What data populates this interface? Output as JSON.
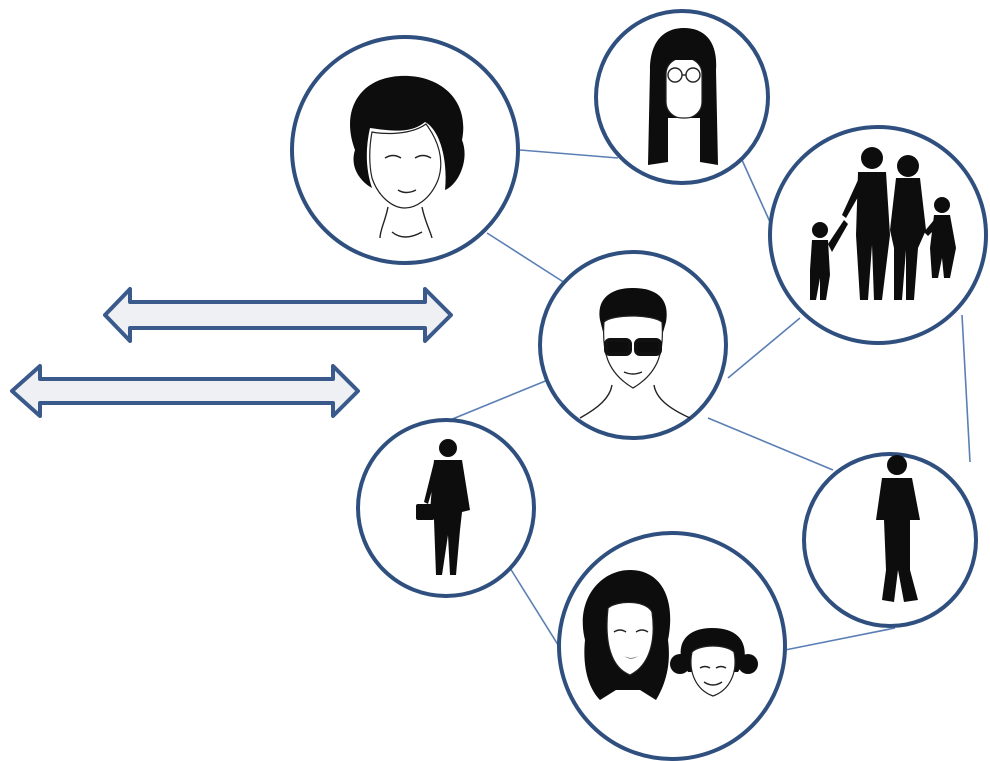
{
  "diagram": {
    "colors": {
      "ring": "#2f4f7f",
      "link": "#5b7fb5",
      "arrow_fill": "#eef0f3",
      "arrow_stroke": "#3a5a8c",
      "silhouette": "#0d0d0d"
    },
    "nodes": [
      {
        "name": "short-hair-woman",
        "icon": "woman-short-hair-icon"
      },
      {
        "name": "long-hair-woman-glasses",
        "icon": "woman-long-hair-glasses-icon"
      },
      {
        "name": "family",
        "icon": "family-silhouette-icon"
      },
      {
        "name": "man-glasses",
        "icon": "man-glasses-icon"
      },
      {
        "name": "businessman",
        "icon": "businessman-silhouette-icon"
      },
      {
        "name": "teen",
        "icon": "teen-silhouette-icon"
      },
      {
        "name": "mother-daughter",
        "icon": "mother-daughter-icon"
      }
    ],
    "arrows": [
      "double-arrow-top",
      "double-arrow-bottom"
    ]
  }
}
